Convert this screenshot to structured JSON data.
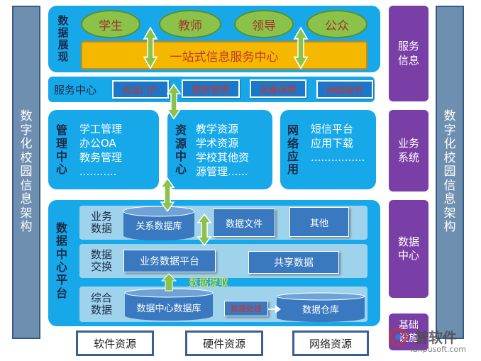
{
  "left_column": {
    "label": "数字化校园信息架构"
  },
  "right_column": {
    "label": "数字化校园信息架构"
  },
  "data_display": {
    "label": "数据展现",
    "users": [
      "学生",
      "教师",
      "领导",
      "公众"
    ],
    "hub": "一站式信息服务中心"
  },
  "service_center": {
    "label": "服务中心",
    "buttons": [
      "信息门户",
      "服务管理",
      "运维保障",
      "网络服务"
    ]
  },
  "mgmt_center": {
    "label": "管理中心",
    "items": [
      "学工管理",
      "办公OA",
      "教务管理",
      "..........."
    ]
  },
  "resource_center": {
    "label": "资源中心",
    "items": [
      "教学资源",
      "学术资源",
      "学校其他资",
      "源管理......"
    ]
  },
  "network_app": {
    "label": "网络应用",
    "items": [
      "短信平台",
      "应用下载",
      "................"
    ]
  },
  "data_platform": {
    "label": "数据中心平台",
    "rows": [
      {
        "label": "业务数据",
        "boxes": [
          "关系数据库",
          "数据文件",
          "其他"
        ]
      },
      {
        "label": "数据交换",
        "boxes": [
          "业务数据平台",
          "共享数据"
        ]
      },
      {
        "label": "综合数据",
        "boxes": [
          "数据中心数据库",
          "数据处理",
          "数据仓库"
        ]
      }
    ],
    "extract_label": "数据提取"
  },
  "resources": [
    "软件资源",
    "硬件资源",
    "网络资源"
  ],
  "right_categories": [
    "服务信息",
    "业务系统",
    "数据中心",
    "基础设施"
  ],
  "watermark": {
    "brand": "普软件",
    "url": "fanpusoft.com"
  },
  "colors": {
    "panel_blue": "#17a8ea",
    "purple": "#7a3fa6",
    "arrow_green": "#8bc34a",
    "hub_orange": "#f5b800"
  }
}
